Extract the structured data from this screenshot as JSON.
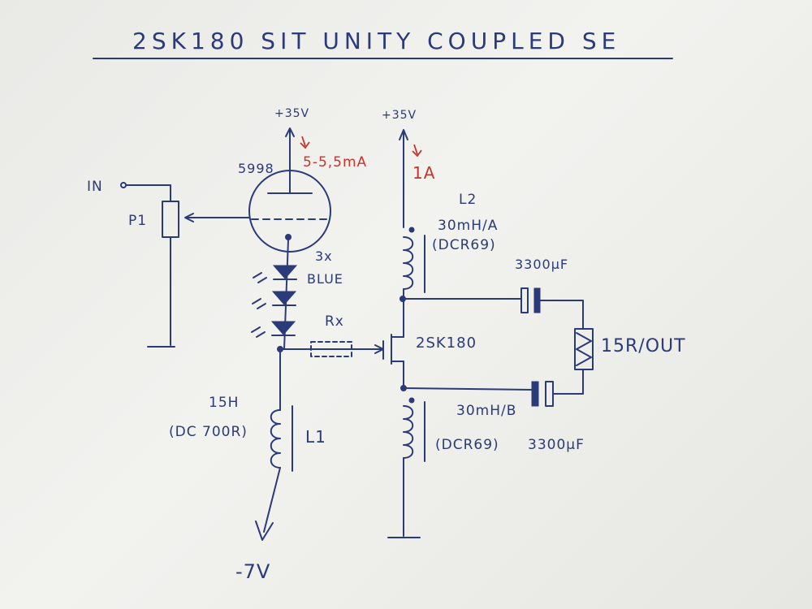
{
  "title": "2SK180 SIT UNITY COUPLED SE",
  "labels": {
    "in": "IN",
    "pot": "P1",
    "supply_left": "+35V",
    "supply_right": "+35V",
    "tube": "5998",
    "tube_current": "5-5,5mA",
    "fet_current": "1A",
    "l2": "L2",
    "coil_a_value": "30mH/A",
    "coil_a_dcr": "(DCR69)",
    "cap_top": "3300µF",
    "diodes": "3x",
    "diodes_color": "BLUE",
    "rx": "Rx",
    "fet": "2SK180",
    "load": "15R/OUT",
    "coil_b_value": "30mH/B",
    "coil_b_dcr": "(DCR69)",
    "cap_bottom": "3300µF",
    "l1_value": "15H",
    "l1_dcr": "(DC 700R)",
    "l1": "L1",
    "neg_supply": "-7V"
  },
  "colors": {
    "ink": "#2b3a78",
    "red_ink": "#c8342a"
  }
}
